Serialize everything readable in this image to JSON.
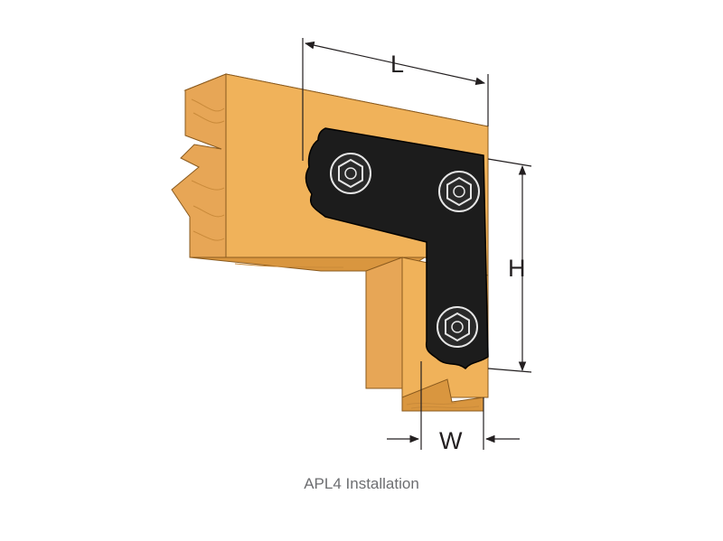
{
  "dimensions": {
    "length_label": "L",
    "height_label": "H",
    "width_label": "W"
  },
  "caption": "APL4 Installation",
  "colors": {
    "wood_front": "#f0b25a",
    "wood_light": "#f6c67a",
    "wood_dark": "#d9963f",
    "grain": "#c98a3a",
    "plate": "#1c1c1c",
    "bolt": "#2a2a2a",
    "dimension_line": "#231f20"
  },
  "bolts": [
    "hex-bolt",
    "hex-bolt",
    "hex-bolt"
  ]
}
